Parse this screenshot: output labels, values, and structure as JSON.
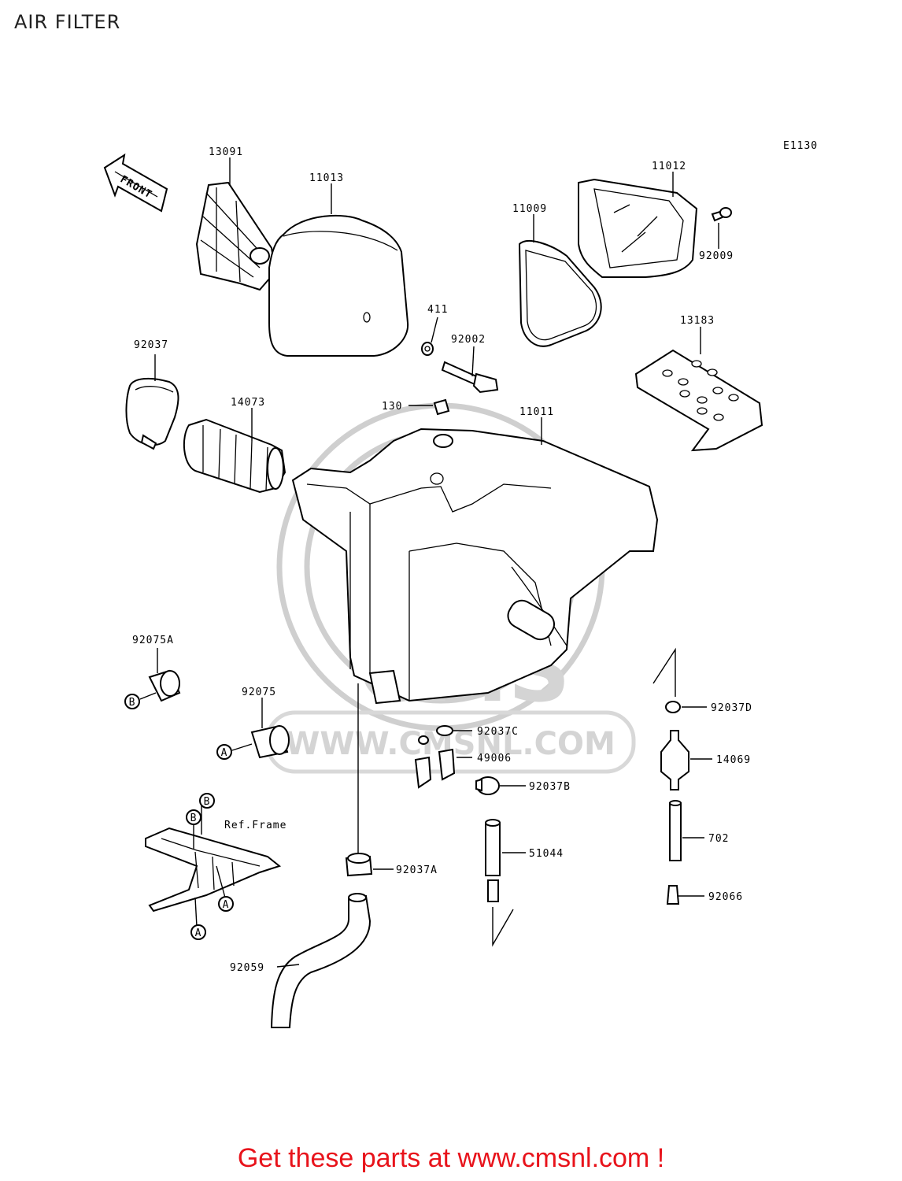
{
  "title": "AIR FILTER",
  "diagram_id": "E1130",
  "front_label": "FRONT",
  "ref_frame": "Ref.Frame",
  "watermark": {
    "brand": "CMS",
    "url": "WWW.CMSNL.COM"
  },
  "parts": {
    "p13091": "13091",
    "p11013": "11013",
    "p11012": "11012",
    "p11009": "11009",
    "p92009": "92009",
    "p411": "411",
    "p92002": "92002",
    "p13183": "13183",
    "p92037": "92037",
    "p14073": "14073",
    "p130": "130",
    "p11011": "11011",
    "p92075A": "92075A",
    "p92075": "92075",
    "p92037C": "92037C",
    "p49006": "49006",
    "p92037B": "92037B",
    "p92037D": "92037D",
    "p14069": "14069",
    "p51044": "51044",
    "p702": "702",
    "p92037A": "92037A",
    "p92066": "92066",
    "p92059": "92059"
  },
  "refs": {
    "a": "A",
    "b": "B"
  },
  "footer": "Get these parts at www.cmsnl.com !",
  "colors": {
    "footer": "#e8131b",
    "watermark": "#cfcfcf"
  }
}
